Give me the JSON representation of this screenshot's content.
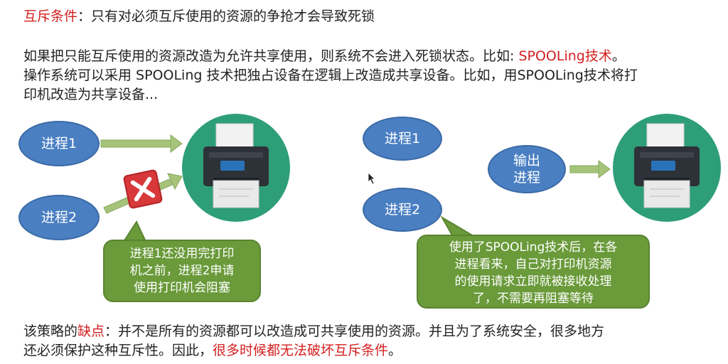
{
  "intro": {
    "term": "互斥条件",
    "rest": "：只有对必须互斥使用的资源的争抢才会导致死锁"
  },
  "para": {
    "line1_text": "如果把只能互斥使用的资源改造为允许共享使用，则系统不会进入死锁状态。比如: ",
    "line1_highlight": "SPOOLing技术",
    "line1_end": "。",
    "line2": "操作系统可以采用 SPOOLing  技术把独占设备在逻辑上改造成共享设备。比如，用SPOOLing技术将打",
    "line3": "印机改造为共享设备..."
  },
  "left_diagram": {
    "process1": "进程1",
    "process2": "进程2",
    "bubble": [
      "进程1还没用完打印",
      "机之前，进程2申请",
      "使用打印机会阻塞"
    ]
  },
  "right_diagram": {
    "process1": "进程1",
    "process2": "进程2",
    "output_process": [
      "输出",
      "进程"
    ],
    "bubble": [
      "使用了SPOOLing技术后，在各",
      "进程看来，自己对打印机资源",
      "的使用请求立即就被接收处理",
      "了，不需要再阻塞等待"
    ]
  },
  "footer": {
    "prefix": "该策略的",
    "drawback": "缺点",
    "line1_rest": "：并不是所有的资源都可以改造成可共享使用的资源。并且为了系统安全，很多地方",
    "line2_start": "还必须保护这种互斥性。因此，",
    "line2_highlight": "很多时候都无法破坏互斥条件",
    "line2_end": "。"
  },
  "colors": {
    "accent_red": "#d42020",
    "process_blue": "#4a7fc2",
    "bubble_green": "#6a9a3a",
    "printer_bg": "#2e9e78"
  },
  "icons": [
    "printer-icon",
    "error-x-icon",
    "arrow-icon",
    "cursor-icon"
  ]
}
